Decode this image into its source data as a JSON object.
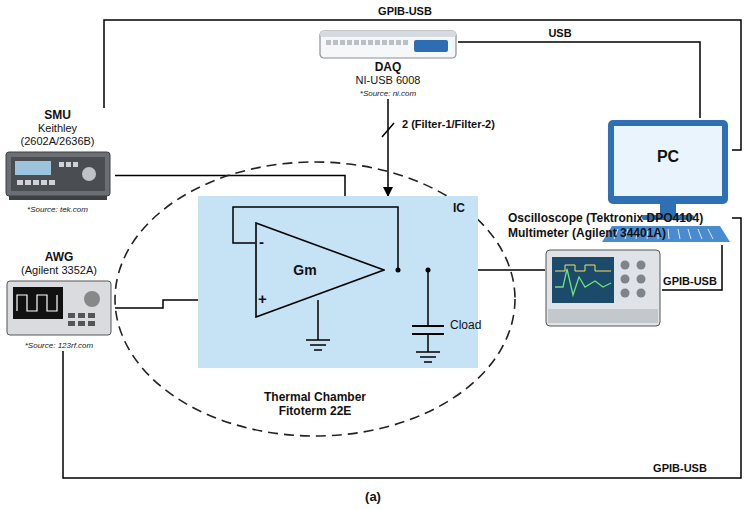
{
  "diagram": {
    "caption": "(a)",
    "nodes": [
      {
        "text": [
          "DAQ",
          "NI-USB 6008",
          "*Source: ni.com"
        ]
      },
      {
        "text": [
          "SMU",
          "Keithley (2602A/2636B)",
          "*Source: tek.com"
        ]
      },
      {
        "text": [
          "PC"
        ]
      },
      {
        "text": [
          "Thermal Chamber Fitoterm 22E"
        ]
      },
      {
        "text": [
          "IC"
        ],
        "in": 3
      },
      {
        "text": [
          "Gm"
        ],
        "in": 4
      },
      {
        "text": [
          "Oscilloscope (Tektronix DPO4104)",
          "Multimeter (Agilent 34401A)"
        ]
      },
      {
        "text": [
          "AWG",
          "(Agilent 3352A)",
          "*Source: 123rf.com"
        ]
      }
    ],
    "edges": [
      {
        "from": 1,
        "to": 2,
        "label": "GPIB-USB",
        "arrow": "none"
      },
      {
        "from": 0,
        "to": 2,
        "label": "USB",
        "arrow": "none"
      },
      {
        "from": 0,
        "to": 4,
        "label": "2 (Filter-1/Filter-2)",
        "arrow": "to"
      },
      {
        "from": 1,
        "to": 5,
        "arrow": "none"
      },
      {
        "from": 7,
        "to": 5,
        "arrow": "none"
      },
      {
        "from": 5,
        "to": 6,
        "arrow": "none"
      },
      {
        "from": 6,
        "to": 2,
        "label": "GPIB-USB",
        "arrow": "none"
      },
      {
        "from": 7,
        "to": 2,
        "label": "GPIB-USB",
        "arrow": "none"
      }
    ],
    "labels": [
      "-",
      "+",
      "Cload"
    ]
  }
}
